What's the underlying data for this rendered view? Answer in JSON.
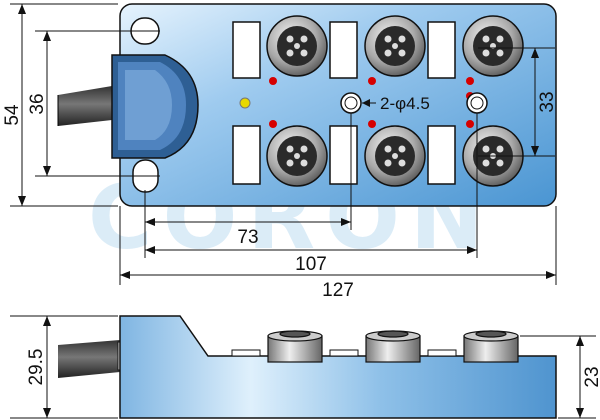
{
  "watermark": "CORON",
  "dimensions": {
    "height_total": "54",
    "height_holes": "36",
    "spacing_right": "33",
    "width_73": "73",
    "width_107": "107",
    "width_127": "127",
    "side_height": "29.5",
    "side_height_right": "23",
    "hole_note": "2-φ4.5"
  },
  "colors": {
    "body_blue": "#5aa6de",
    "body_light": "#cfe8fb",
    "led_red": "#d60000",
    "led_yellow": "#e8d800"
  }
}
